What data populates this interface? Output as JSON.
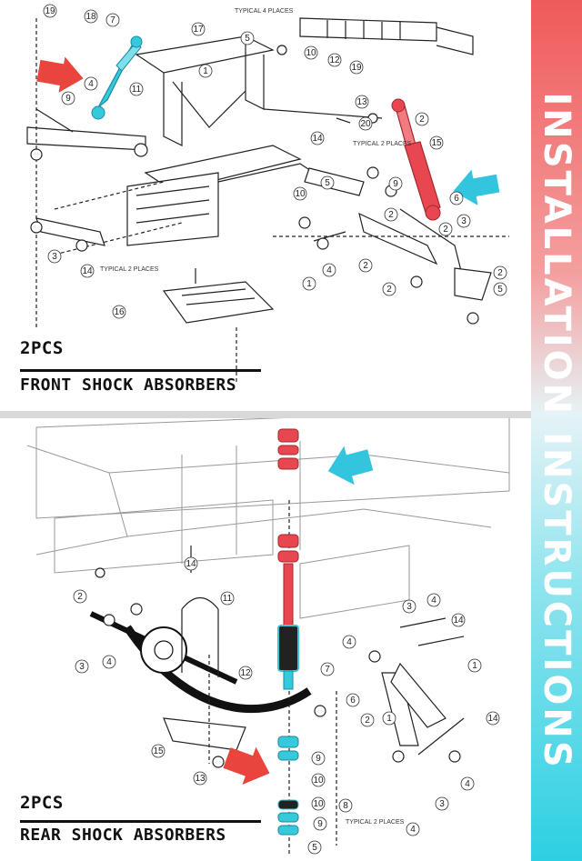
{
  "top_panel": {
    "quantity": "2PCS",
    "title": "FRONT SHOCK ABSORBERS",
    "callouts": [
      "19",
      "18",
      "7",
      "17",
      "5",
      "1",
      "10",
      "12",
      "19",
      "13",
      "20",
      "14",
      "5",
      "9",
      "11",
      "4",
      "10",
      "2",
      "15",
      "6",
      "2",
      "2",
      "3",
      "2",
      "1",
      "4",
      "2",
      "2",
      "3",
      "14",
      "5",
      "16",
      "9"
    ],
    "notes": [
      "TYPICAL 4 PLACES",
      "TYPICAL 2 PLACES",
      "TYPICAL 2 PLACES"
    ]
  },
  "bottom_panel": {
    "quantity": "2PCS",
    "title": "REAR SHOCK ABSORBERS",
    "callouts": [
      "14",
      "2",
      "11",
      "3",
      "4",
      "12",
      "7",
      "3",
      "4",
      "14",
      "4",
      "1",
      "6",
      "15",
      "13",
      "9",
      "10",
      "10",
      "9",
      "8",
      "2",
      "1",
      "14",
      "4",
      "3",
      "4",
      "5"
    ],
    "notes": [
      "TYPICAL 2 PLACES"
    ]
  },
  "side_banner": {
    "text": "INSTALLATION INSTRUCTIONS"
  },
  "colors": {
    "red_part": "#e8474f",
    "cyan_part": "#36c9dc",
    "arrow_red": "#e9453c",
    "arrow_cyan": "#33c5de"
  }
}
